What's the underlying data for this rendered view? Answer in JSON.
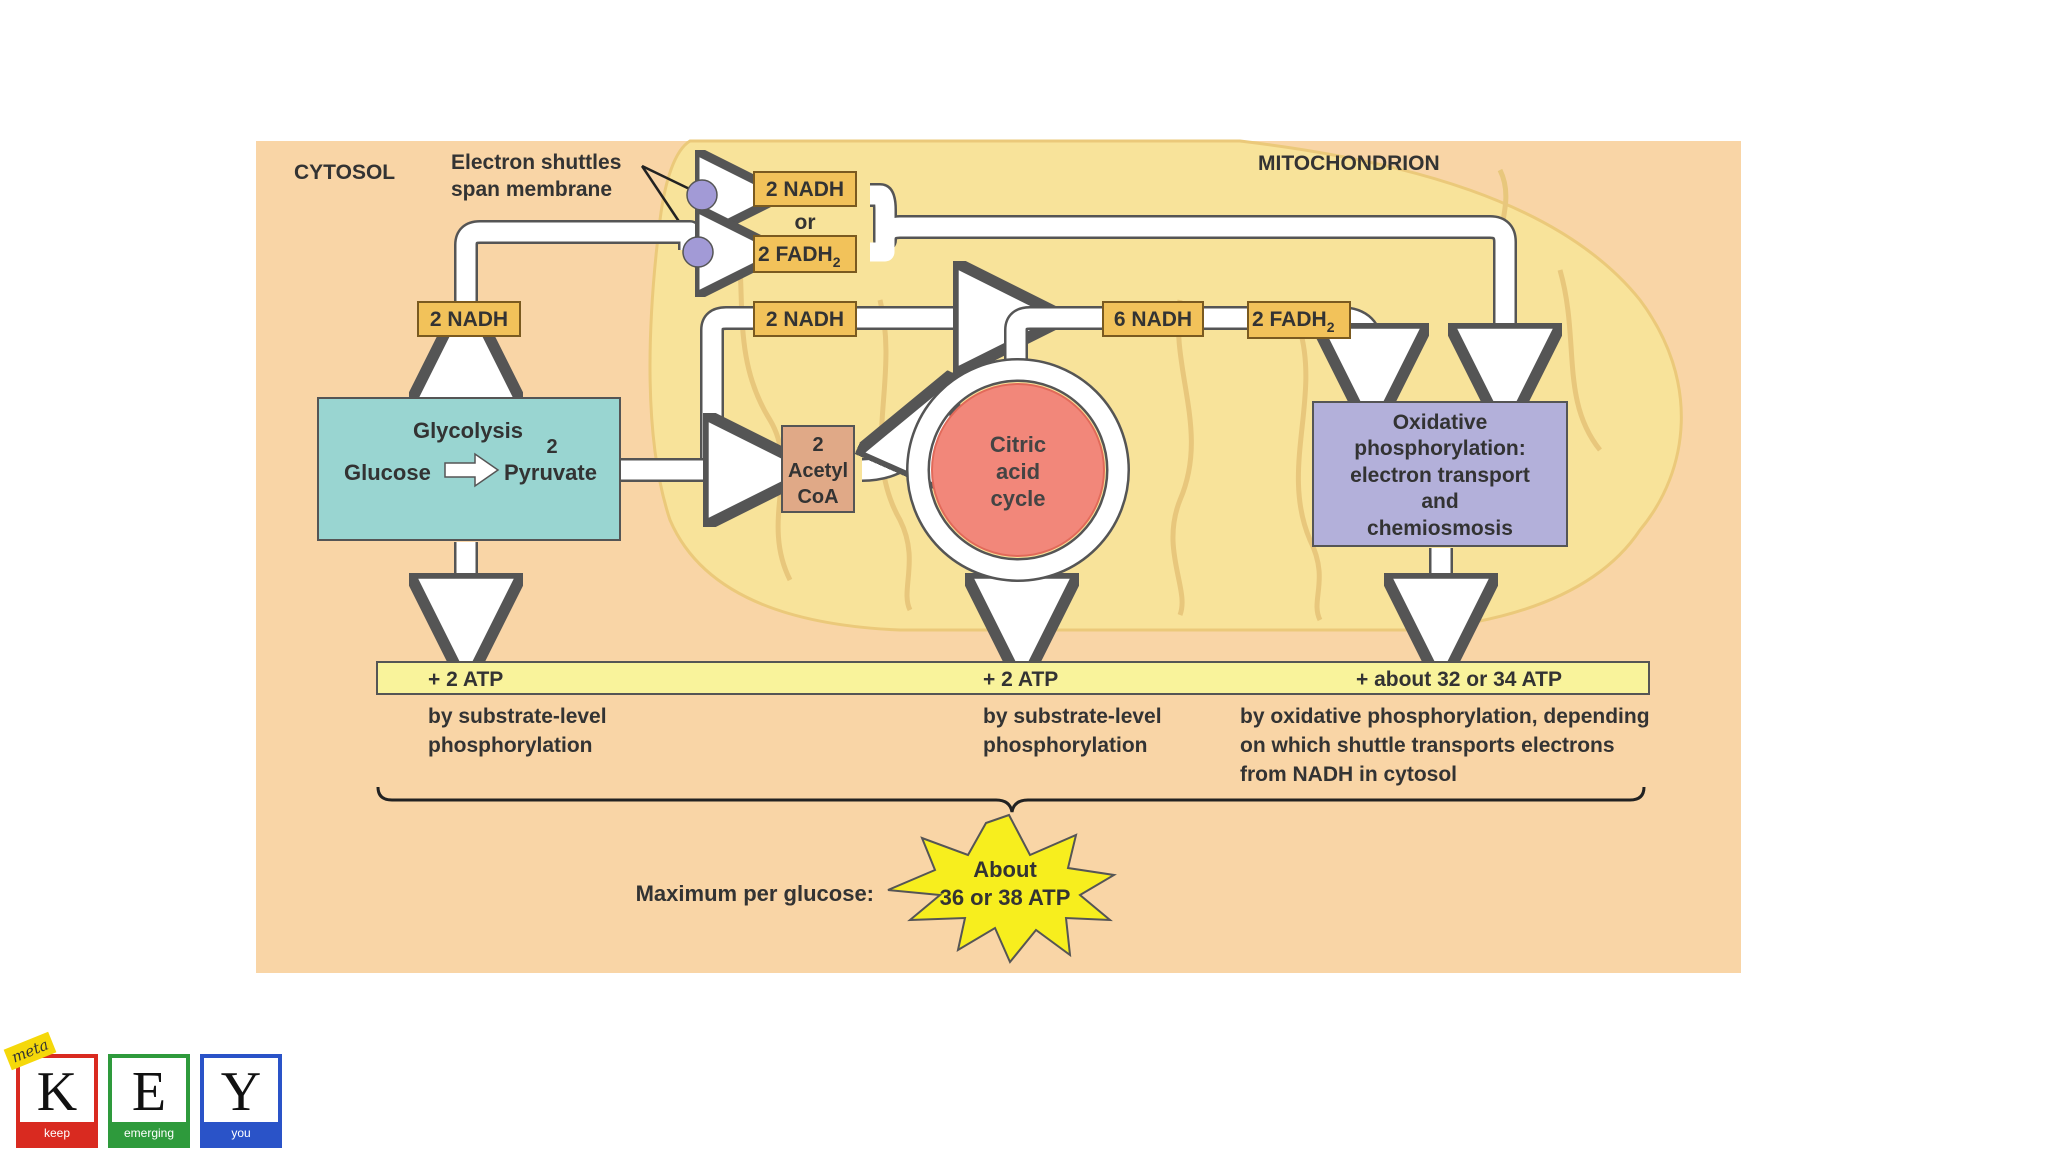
{
  "diagram": {
    "cytosol_label": "CYTOSOL",
    "mito_label": "MITOCHONDRION",
    "shuttle_line1": "Electron shuttles",
    "shuttle_line2": "span membrane",
    "nadh_shuttle": "2 NADH",
    "or_text": "or",
    "fadh_shuttle": "2 FADH",
    "fadh_sub": "2",
    "nadh_glycolysis": "2 NADH",
    "nadh_pyruvate": "2 NADH",
    "nadh_six": "6 NADH",
    "fadh_cycle": "2 FADH",
    "fadh_cycle_sub": "2",
    "glycolysis_title": "Glycolysis",
    "glucose": "Glucose",
    "pyruvate_count": "2",
    "pyruvate": "Pyruvate",
    "acetyl_line1": "2",
    "acetyl_line2": "Acetyl",
    "acetyl_line3": "CoA",
    "citric_line1": "Citric",
    "citric_line2": "acid",
    "citric_line3": "cycle",
    "oxphos_line1": "Oxidative",
    "oxphos_line2": "phosphorylation:",
    "oxphos_line3": "electron transport",
    "oxphos_line4": "and",
    "oxphos_line5": "chemiosmosis",
    "atp_glycolysis": "+ 2 ATP",
    "atp_citric": "+ 2 ATP",
    "atp_oxphos": "+ about 32 or 34 ATP",
    "sub1_line1": "by substrate-level",
    "sub1_line2": "phosphorylation",
    "sub2_line1": "by substrate-level",
    "sub2_line2": "phosphorylation",
    "ox_line1": "by oxidative phosphorylation, depending",
    "ox_line2": "on which shuttle transports electrons",
    "ox_line3": "from NADH in cytosol",
    "max_label": "Maximum per glucose:",
    "burst_line1": "About",
    "burst_line2": "36 or 38 ATP"
  },
  "logo": {
    "meta": "meta",
    "letters": [
      "K",
      "E",
      "Y"
    ],
    "words": [
      "keep",
      "emerging",
      "you"
    ]
  },
  "colors": {
    "panel_bg": "#f9d5a6",
    "mito_fill": "#f8e39a",
    "nadh_box": "#f2c25a",
    "glycolysis_box": "#99d5d1",
    "acetyl_box": "#e0a987",
    "citric_circle": "#f2877a",
    "oxphos_box": "#b3b0da",
    "atp_bar": "#f9f39b",
    "burst": "#f7ee1e",
    "shuttle_dot": "#a29ad6",
    "logo_red": "#d92a20",
    "logo_green": "#2e9a3c",
    "logo_blue": "#2a53c8"
  }
}
